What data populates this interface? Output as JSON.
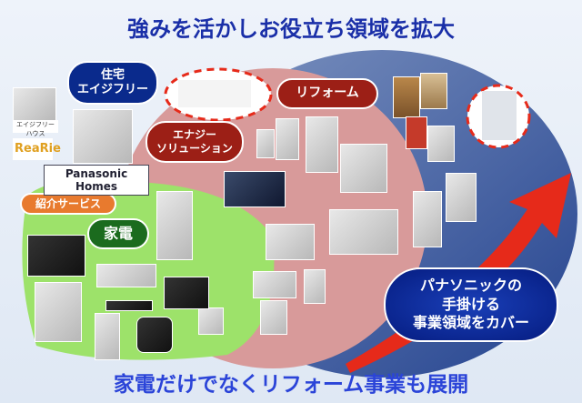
{
  "title": "強みを活かしお役立ち領域を拡大",
  "bottom_caption": "家電だけでなくリフォーム事業も展開",
  "labels": {
    "housing": [
      "住宅",
      "エイジフリー"
    ],
    "energy": [
      "エナジー",
      "ソリューション"
    ],
    "reform": "リフォーム",
    "referral": "紹介サービス",
    "appliances": "家電"
  },
  "brands": {
    "panasonic_homes": "Panasonic Homes",
    "agefree_house": "エイジフリー ハウス",
    "rearie": "ReaRie"
  },
  "callout": [
    "パナソニックの",
    "手掛ける",
    "事業領域をカバー"
  ],
  "colors": {
    "navy": "#0a2a8c",
    "red": "#9c1f16",
    "green": "#1b6b1e",
    "orange": "#e87a2e",
    "arrow": "#e62a1a",
    "title": "#1a2fa8"
  }
}
